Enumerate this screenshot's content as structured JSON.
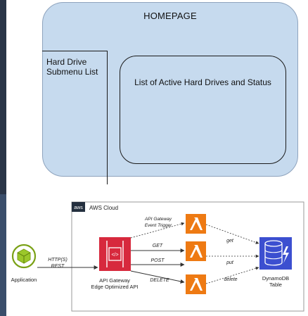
{
  "wireframe": {
    "homepage_title": "HOMEPAGE",
    "submenu_label": "Hard Drive Submenu List",
    "active_drives_label": "List of Active Hard Drives and Status"
  },
  "aws_diagram": {
    "cloud_badge": "aws",
    "cloud_label": "AWS Cloud",
    "client": {
      "label": "Application"
    },
    "client_edge": {
      "line1": "HTTP(S)",
      "line2": "REST"
    },
    "gateway": {
      "line1": "API Gateway",
      "line2": "Edge Optimized API"
    },
    "lambda_edges": [
      {
        "line1": "API Gateway",
        "line2": "Event Trigger"
      },
      {
        "line1": "GET"
      },
      {
        "line1": "POST"
      },
      {
        "line1": "DELETE"
      }
    ],
    "db_edges": [
      "get",
      "put",
      "delete"
    ],
    "database": {
      "line1": "DynamoDB",
      "line2": "Table"
    }
  },
  "colors": {
    "wireframe_fill": "#c6daee",
    "lambda_orange": "#ee7a13",
    "gateway_red": "#d7293d",
    "dynamodb_blue": "#3c4fd0",
    "client_green": "#7aa116"
  }
}
